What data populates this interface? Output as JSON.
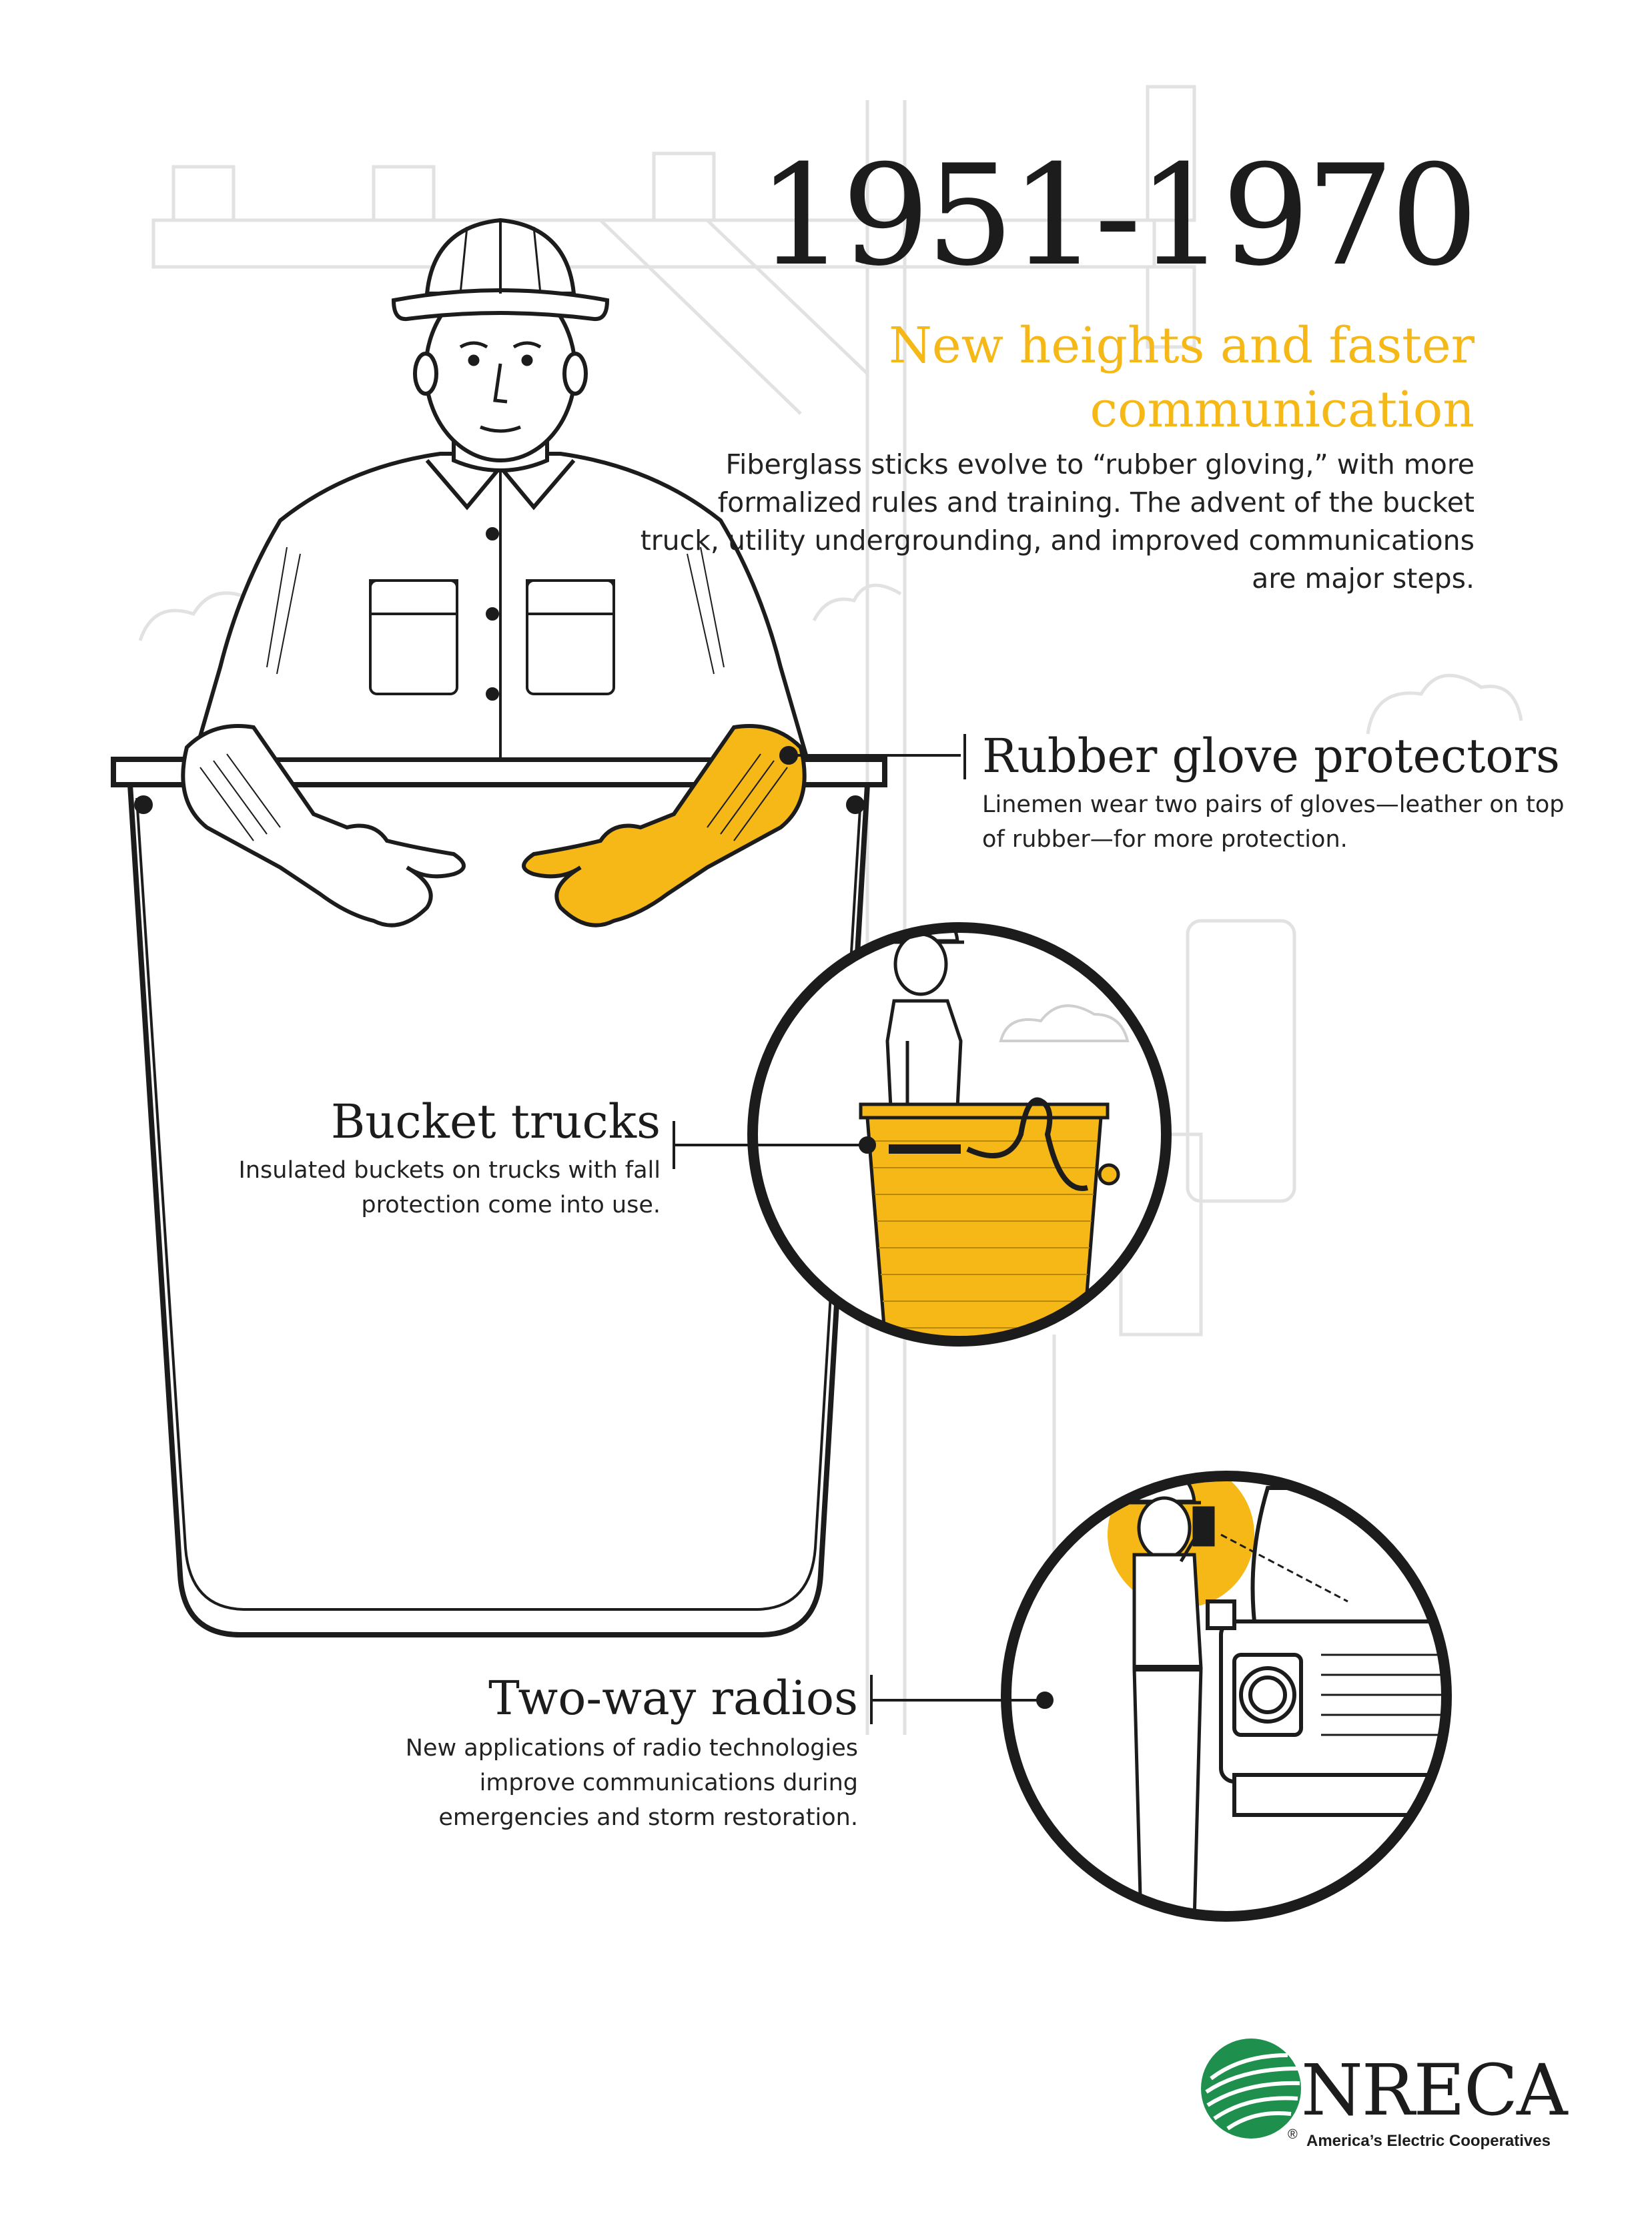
{
  "header": {
    "years": "1951-1970",
    "subtitle_line1": "New heights and faster",
    "subtitle_line2": "communication",
    "intro": "Fiberglass sticks evolve to “rubber gloving,” with more formalized rules and training. The advent of the bucket truck, utility undergrounding, and improved communications are major steps."
  },
  "callouts": {
    "gloves": {
      "title": "Rubber glove protectors",
      "body": "Linemen wear two pairs of gloves—leather on top of rubber—for more protection."
    },
    "bucket": {
      "title": "Bucket trucks",
      "body": "Insulated buckets on trucks with fall protection come into use."
    },
    "radio": {
      "title": "Two-way radios",
      "body": "New applications of radio technologies improve communications during emergencies and storm restoration."
    }
  },
  "logo": {
    "name": "NRECA",
    "tagline": "America’s Electric Cooperatives",
    "registered": "®"
  },
  "colors": {
    "accent": "#f5b817",
    "ink": "#1c1c1c",
    "faint_line": "#e2e2e2",
    "logo_green": "#1f8f4e"
  }
}
